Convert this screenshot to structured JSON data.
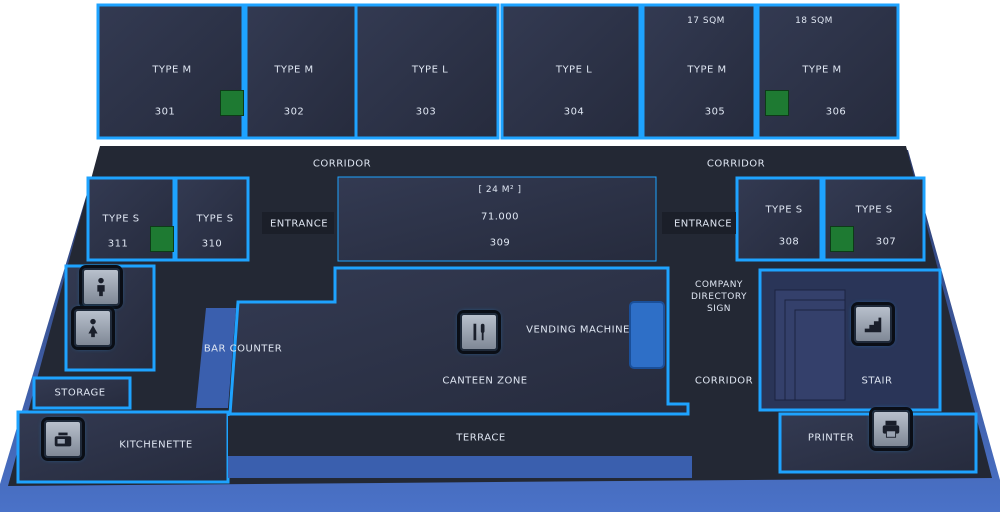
{
  "rooms": {
    "r301": {
      "type": "TYPE M",
      "number": "301"
    },
    "r302": {
      "type": "TYPE M",
      "number": "302"
    },
    "r303": {
      "type": "TYPE L",
      "number": "303"
    },
    "r304": {
      "type": "TYPE L",
      "number": "304"
    },
    "r305": {
      "area": "17 SQM",
      "type": "TYPE M",
      "number": "305"
    },
    "r306": {
      "area": "18 SQM",
      "type": "TYPE M",
      "number": "306"
    },
    "r311": {
      "type": "TYPE S",
      "number": "311"
    },
    "r310": {
      "type": "TYPE S",
      "number": "310"
    },
    "r309": {
      "area": "[ 24 M² ]",
      "price": "71.000",
      "number": "309"
    },
    "r308": {
      "type": "TYPE S",
      "number": "308"
    },
    "r307": {
      "type": "TYPE S",
      "number": "307"
    }
  },
  "areas": {
    "corridor_left": "CORRIDOR",
    "corridor_right": "CORRIDOR",
    "corridor_center": "CORRIDOR",
    "entrance_left": "ENTRANCE",
    "entrance_right": "ENTRANCE",
    "company_directory": "COMPANY\nDIRECTORY\nSIGN",
    "bar_counter": "BAR COUNTER",
    "canteen_zone": "CANTEEN ZONE",
    "vending_machine": "VENDING MACHINE",
    "storage": "STORAGE",
    "kitchenette": "KITCHENETTE",
    "terrace": "TERRACE",
    "stair": "STAIR",
    "printer": "PRINTER"
  },
  "colors": {
    "room": "#2c3247",
    "glow": "#1ea3ff",
    "floor": "#252a36",
    "base": "#3a5fae",
    "door": "#1e7a32"
  }
}
